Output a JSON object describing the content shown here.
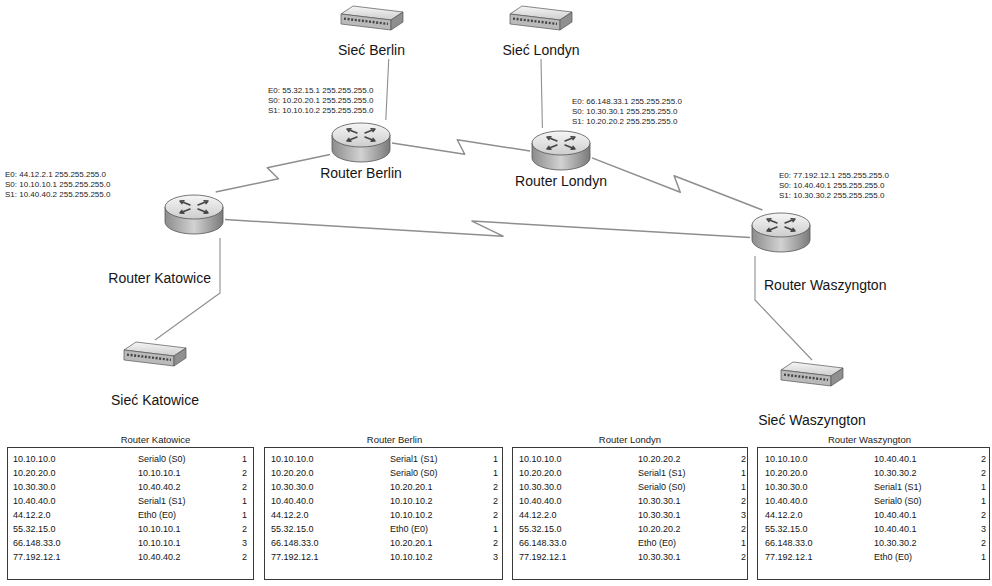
{
  "diagram": {
    "nodes": [
      {
        "text": [
          "Sieć Berlin"
        ]
      },
      {
        "text": [
          "Sieć Londyn"
        ]
      },
      {
        "text": [
          "Router Berlin"
        ]
      },
      {
        "text": [
          "Router Londyn"
        ]
      },
      {
        "text": [
          "Router Katowice"
        ]
      },
      {
        "text": [
          "Router Waszyngton"
        ]
      },
      {
        "text": [
          "Sieć Katowice"
        ]
      },
      {
        "text": [
          "Sieć Waszyngton"
        ]
      },
      {
        "text": [
          "Router Katowice",
          "10.10.10.0",
          "Serial0 (S0)",
          "1",
          "10.20.20.0",
          "10.10.10.1",
          "2",
          "10.30.30.0",
          "10.40.40.2",
          "2",
          "10.40.40.0",
          "Serial1 (S1)",
          "1",
          "44.12.2.0",
          "Eth0 (E0)",
          "1",
          "55.32.15.0",
          "10.10.10.1",
          "2",
          "66.148.33.0",
          "10.10.10.1",
          "3",
          "77.192.12.1",
          "10.40.40.2",
          "2"
        ]
      },
      {
        "text": [
          "Router Berlin",
          "10.10.10.0",
          "Serial1 (S1)",
          "1",
          "10.20.20.0",
          "Serial0 (S0)",
          "1",
          "10.30.30.0",
          "10.20.20.1",
          "2",
          "10.40.40.0",
          "10.10.10.2",
          "2",
          "44.12.2.0",
          "10.10.10.2",
          "2",
          "55.32.15.0",
          "Eth0 (E0)",
          "1",
          "66.148.33.0",
          "10.20.20.1",
          "2",
          "77.192.12.1",
          "10.10.10.2",
          "3"
        ]
      },
      {
        "text": [
          "Router Londyn",
          "10.10.10.0",
          "10.20.20.2",
          "2",
          "10.20.20.0",
          "Serial1 (S1)",
          "1",
          "10.30.30.0",
          "Serial0 (S0)",
          "1",
          "10.40.40.0",
          "10.30.30.1",
          "2",
          "44.12.2.0",
          "10.30.30.1",
          "3",
          "55.32.15.0",
          "10.20.20.2",
          "2",
          "66.148.33.0",
          "Eth0 (E0)",
          "1",
          "77.192.12.1",
          "10.30.30.1",
          "2"
        ]
      },
      {
        "text": [
          "Router Waszyngton",
          "10.10.10.0",
          "10.40.40.1",
          "2",
          "10.20.20.0",
          "10.30.30.2",
          "2",
          "10.30.30.0",
          "Serial1 (S1)",
          "1",
          "10.40.40.0",
          "Serial0 (S0)",
          "1",
          "44.12.2.0",
          "10.40.40.1",
          "2",
          "55.32.15.0",
          "10.40.40.1",
          "3",
          "66.148.33.0",
          "10.30.30.2",
          "2",
          "77.192.12.1",
          "Eth0 (E0)",
          "1"
        ]
      }
    ],
    "edges": [
      {
        "from": 0,
        "to": 2,
        "arrow": "none"
      },
      {
        "from": 1,
        "to": 3,
        "arrow": "none"
      },
      {
        "from": 4,
        "to": 2,
        "arrow": "none"
      },
      {
        "from": 2,
        "to": 3,
        "arrow": "none"
      },
      {
        "from": 3,
        "to": 5,
        "arrow": "none"
      },
      {
        "from": 4,
        "to": 5,
        "arrow": "none"
      },
      {
        "from": 4,
        "to": 6,
        "arrow": "none"
      },
      {
        "from": 5,
        "to": 7,
        "arrow": "none"
      }
    ],
    "labels": [
      "E0: 55.32.15.1 255.255.255.0",
      "S0: 10.20.20.1 255.255.255.0",
      "S1: 10.10.10.2 255.255.255.0",
      "E0: 66.148.33.1 255.255.255.0",
      "S0: 10.30.30.1 255.255.255.0",
      "S1: 10.20.20.2 255.255.255.0",
      "E0: 44.12.2.1 255.255.255.0",
      "S0: 10.10.10.1 255.255.255.0",
      "S1: 10.40.40.2 255.255.255.0",
      "E0: 77.192.12.1 255.255.255.0",
      "S0: 10.40.40.1 255.255.255.0",
      "S1: 10.30.30.2 255.255.255.0"
    ]
  }
}
